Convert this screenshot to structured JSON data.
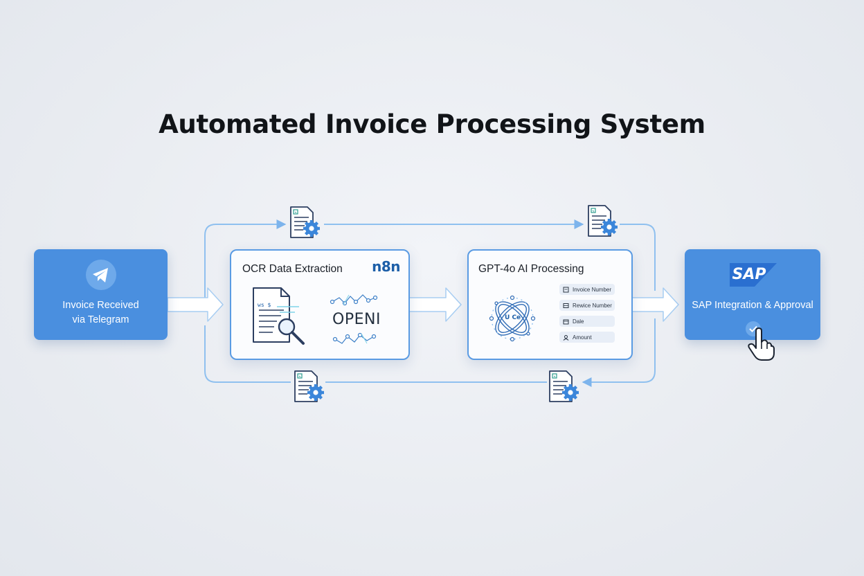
{
  "title": "Automated Invoice Processing System",
  "colors": {
    "accent_blue": "#4a8fdf",
    "card_border": "#5a9be3",
    "connector": "#8fc0ef",
    "brand_dark_blue": "#1d5fa8",
    "background": "#eceff3"
  },
  "steps": [
    {
      "name": "telegram",
      "label_line1": "Invoice Received",
      "label_line2": "via Telegram",
      "icon": "telegram-icon"
    },
    {
      "name": "ocr",
      "title": "OCR Data Extraction",
      "brand": "n8n",
      "engine_text": "OPENI",
      "doc_snippet": "ws $",
      "icons": [
        "document-search-icon",
        "network-icon"
      ]
    },
    {
      "name": "gpt",
      "title": "GPT-4o AI Processing",
      "core_text": "U Ce",
      "fields": [
        {
          "label": "Invoice Number",
          "icon": "receipt-icon"
        },
        {
          "label": "Rewice Number",
          "icon": "table-icon"
        },
        {
          "label": "Dale",
          "icon": "calendar-icon"
        },
        {
          "label": "Amount",
          "icon": "user-icon"
        }
      ]
    },
    {
      "name": "sap",
      "brand": "SAP",
      "label": "SAP Integration & Approval",
      "icons": [
        "check-icon",
        "hand-pointer-icon"
      ]
    }
  ],
  "loop_icons": [
    "document-gear-icon",
    "document-gear-icon",
    "document-gear-icon",
    "document-gear-icon"
  ]
}
